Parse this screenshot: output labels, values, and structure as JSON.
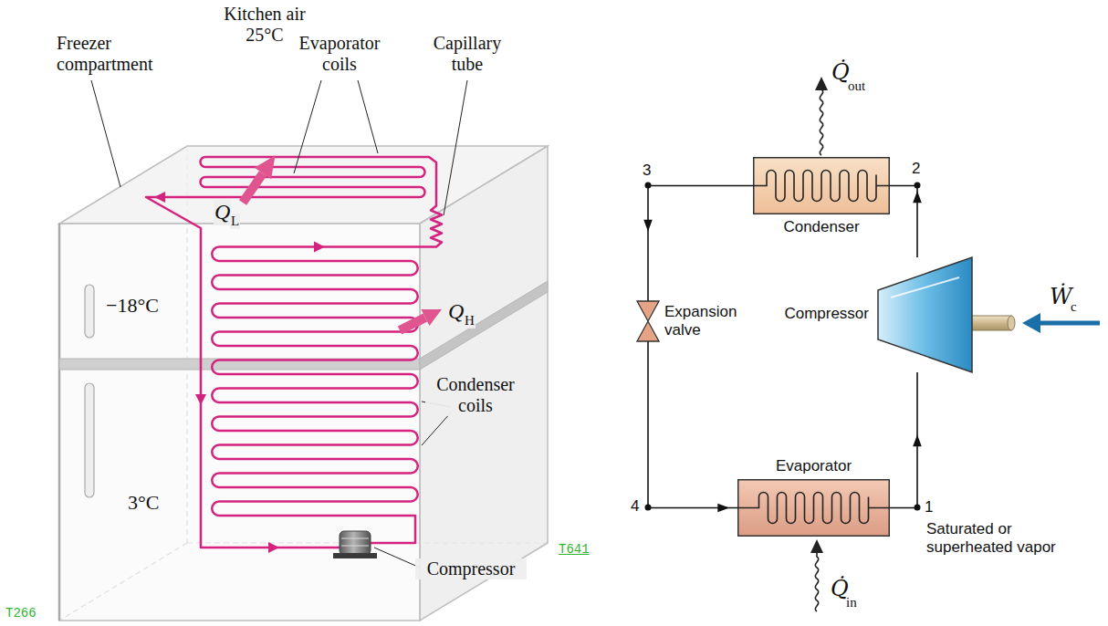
{
  "diagram": {
    "nodes": [
      {
        "text": [
          "Condenser"
        ]
      },
      {
        "text": [
          "Expansion valve"
        ]
      },
      {
        "text": [
          "Compressor"
        ]
      },
      {
        "text": [
          "Evaporator"
        ]
      }
    ],
    "edges": [
      {
        "from": 2,
        "to": 0,
        "arrow": "to"
      },
      {
        "from": 0,
        "to": 1,
        "arrow": "to"
      },
      {
        "from": 1,
        "to": 3,
        "arrow": "to"
      },
      {
        "from": 3,
        "to": 2,
        "arrow": "to"
      }
    ],
    "labels": [
      "Kitchen air 25°C",
      "Freezer compartment",
      "Evaporator coils",
      "Capillary tube",
      "Q",
      "L",
      "−18°C",
      "Q",
      "H",
      "Condenser coils",
      "3°C",
      "Compressor",
      "T266",
      "Q̇",
      "out",
      "3",
      "2",
      "Ẇ",
      "c",
      "4",
      "1",
      "Saturated or superheated vapor",
      "T641",
      "Q̇",
      "in"
    ]
  }
}
